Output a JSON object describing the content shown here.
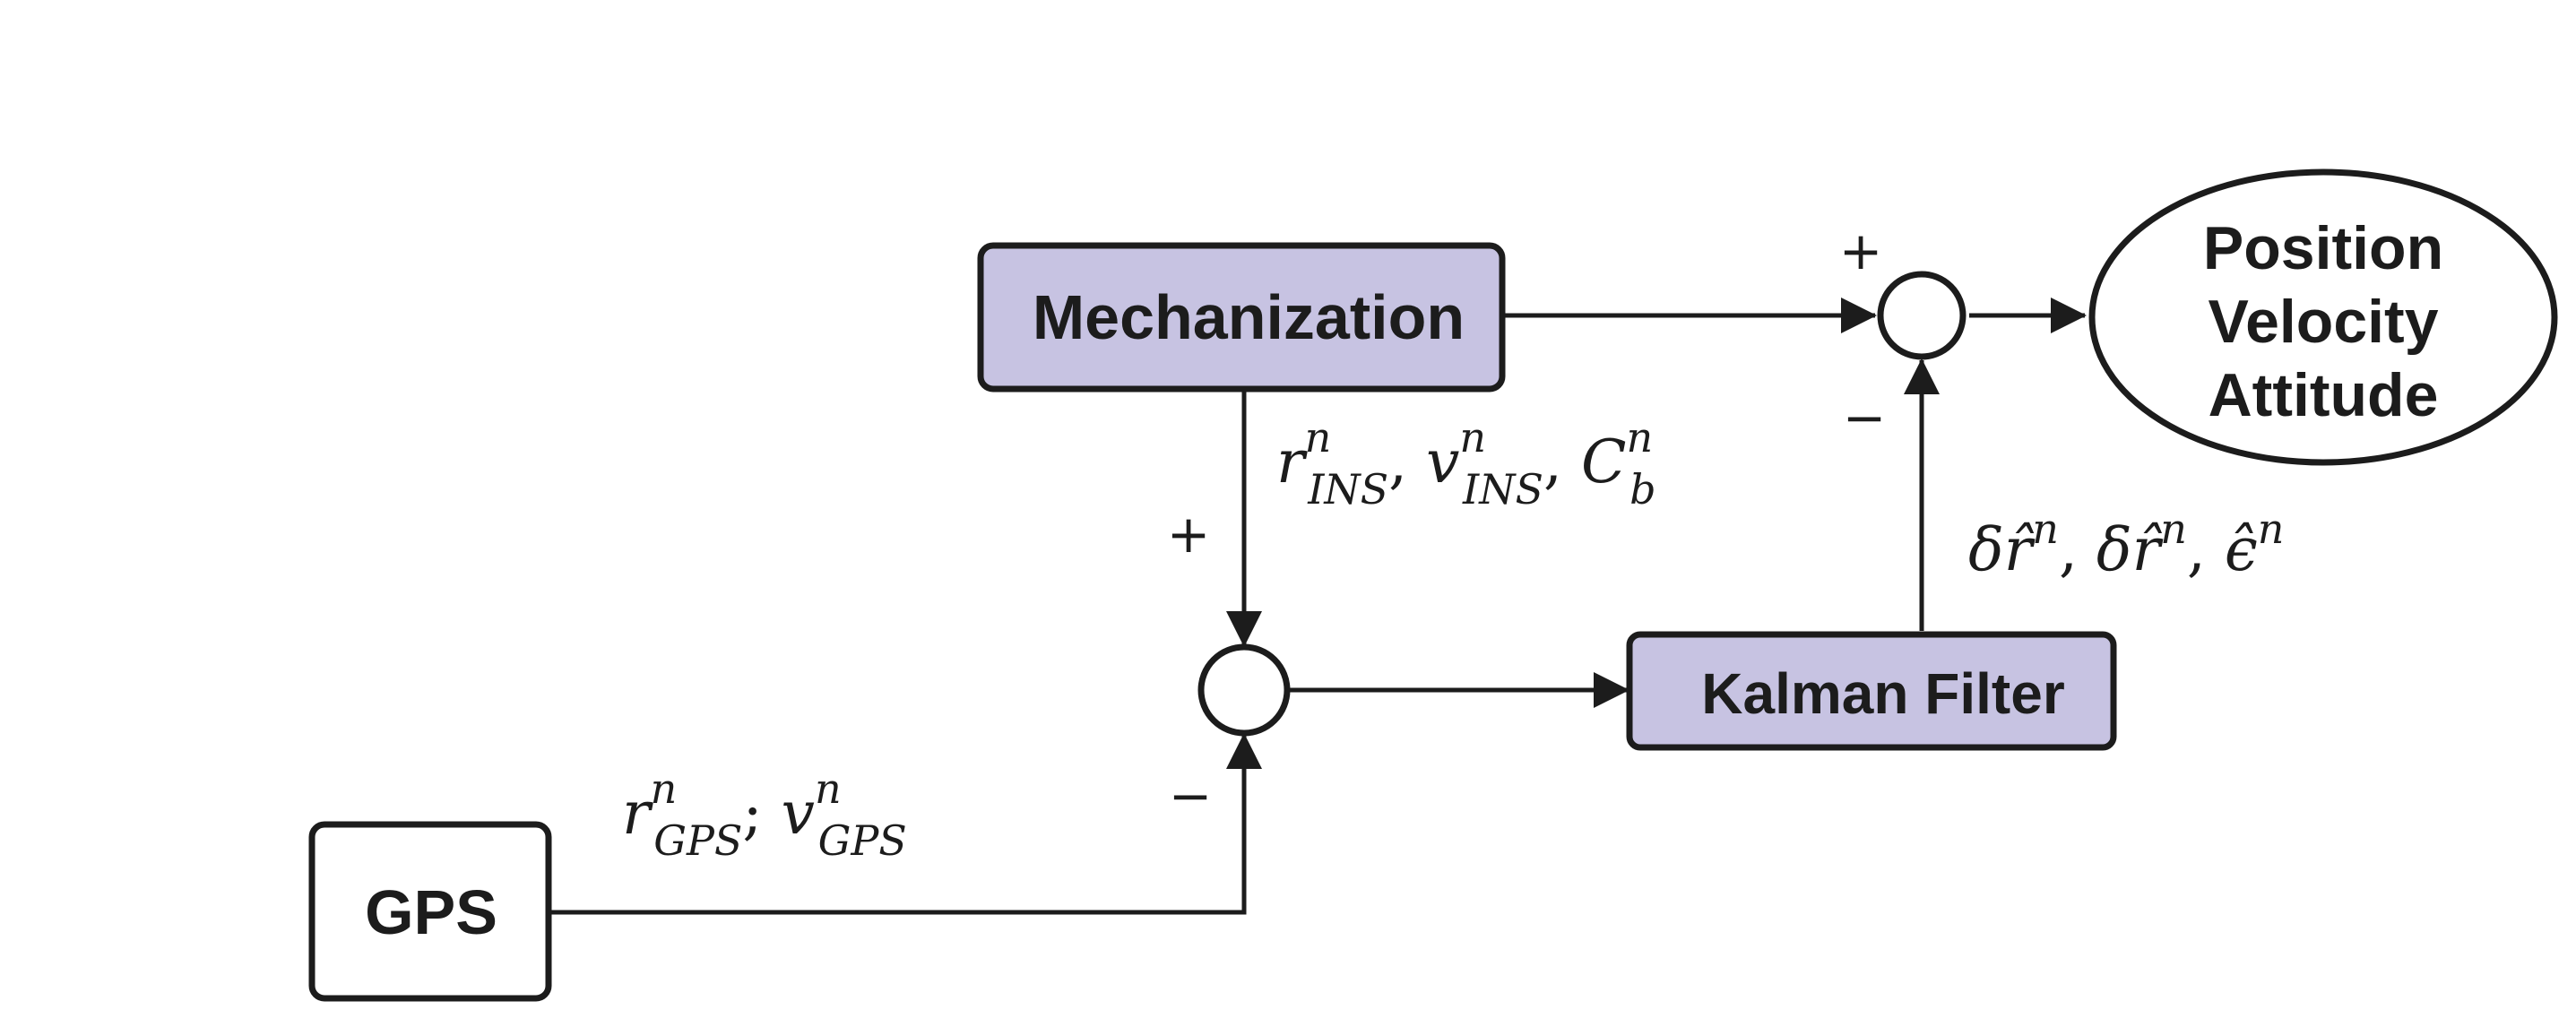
{
  "colors": {
    "block_fill": "#c7c3e2",
    "plain_fill": "#ffffff",
    "stroke": "#1c1c1c"
  },
  "blocks": {
    "mechanization": "Mechanization",
    "kalman_filter": "Kalman Filter",
    "gps": "GPS"
  },
  "output": {
    "lines": [
      "Position",
      "Velocity",
      "Attitude"
    ]
  },
  "signals": {
    "ins": {
      "r": "r",
      "r_sup": "n",
      "r_sub": "INS",
      "v": "v",
      "v_sup": "n",
      "v_sub": "INS",
      "c": "C",
      "c_sup": "n",
      "c_sub": "b"
    },
    "gps": {
      "r": "r",
      "r_sup": "n",
      "r_sub": "GPS",
      "v": "v",
      "v_sup": "n",
      "v_sub": "GPS"
    },
    "correction": {
      "t1": "δr̂",
      "t1_sup": "n",
      "t2": "δr̂",
      "t2_sup": "n",
      "t3": "ϵ̂",
      "t3_sup": "n"
    }
  },
  "signs": {
    "plus": "+",
    "minus": "−"
  }
}
